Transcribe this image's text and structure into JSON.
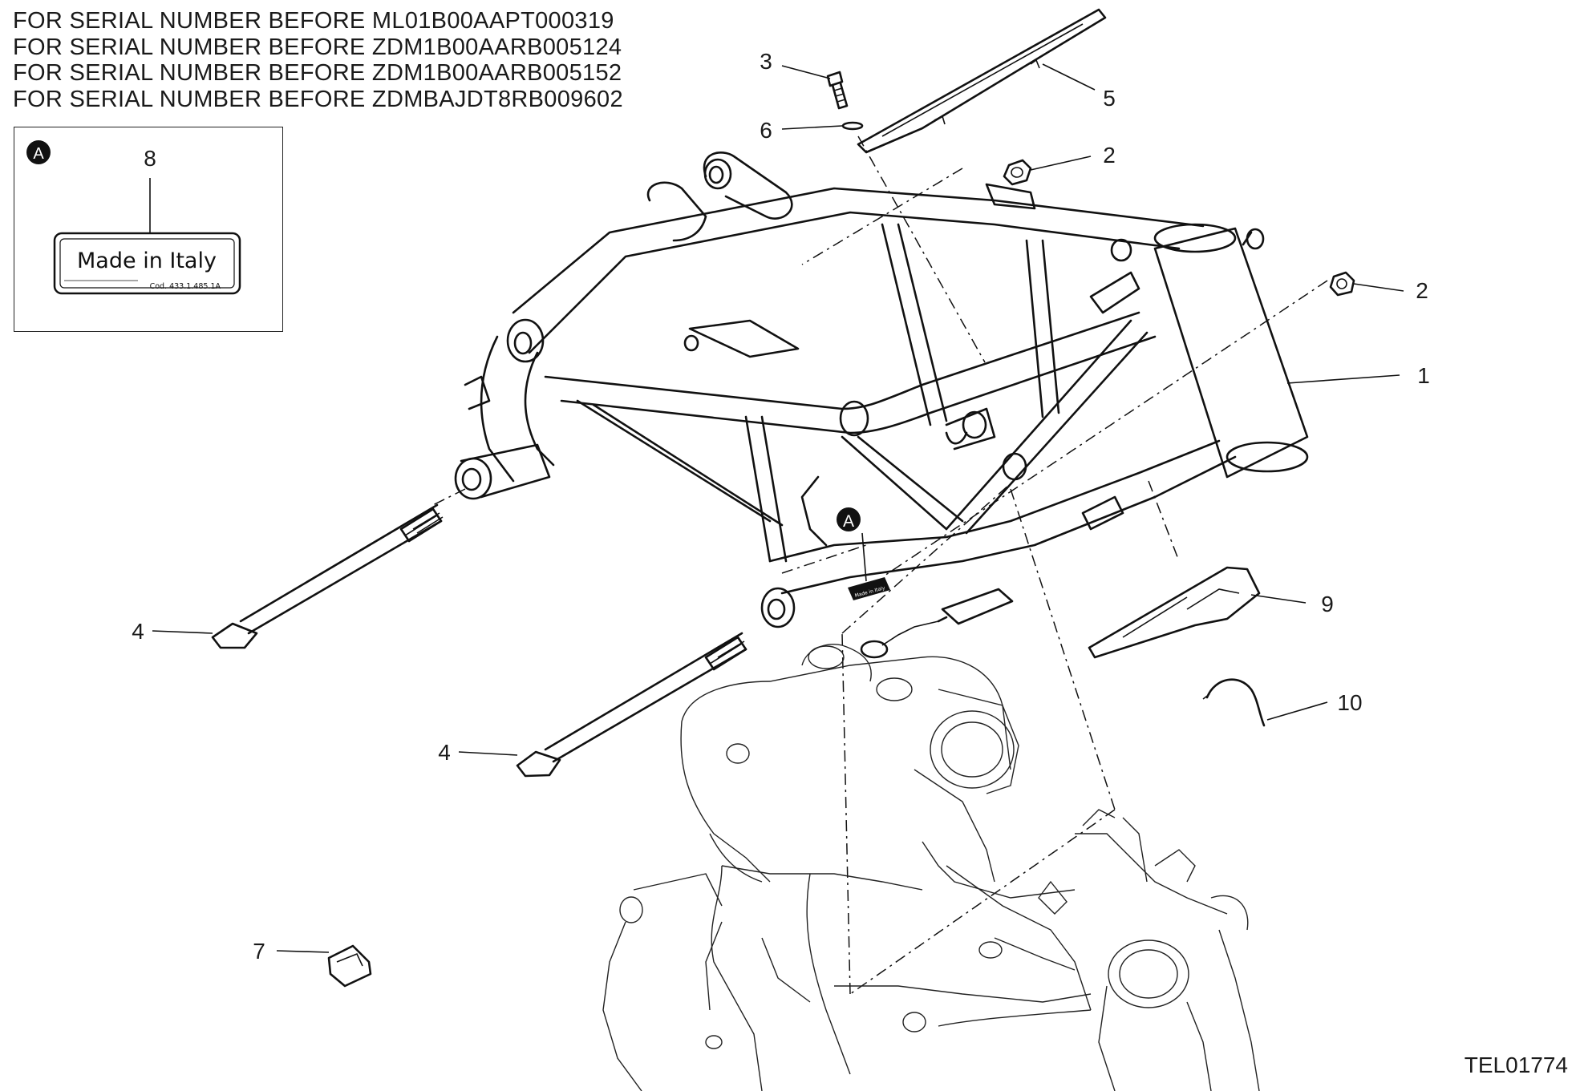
{
  "serial_notes": [
    "FOR SERIAL NUMBER BEFORE ML01B00AAPT000319",
    "FOR SERIAL NUMBER BEFORE ZDM1B00AARB005124",
    "FOR SERIAL NUMBER BEFORE ZDM1B00AARB005152",
    "FOR SERIAL NUMBER BEFORE ZDMBAJDT8RB009602"
  ],
  "inset": {
    "badge": "A",
    "part_number": "8",
    "label_text": "Made in Italy",
    "label_code": "Cod. 433.1.485.1A"
  },
  "frame_marker": "A",
  "frame_sticker_text": "Made in Italy",
  "callouts": [
    "1",
    "2",
    "2",
    "3",
    "4",
    "4",
    "5",
    "6",
    "7",
    "9",
    "10"
  ],
  "drawing_code": "TEL01774"
}
